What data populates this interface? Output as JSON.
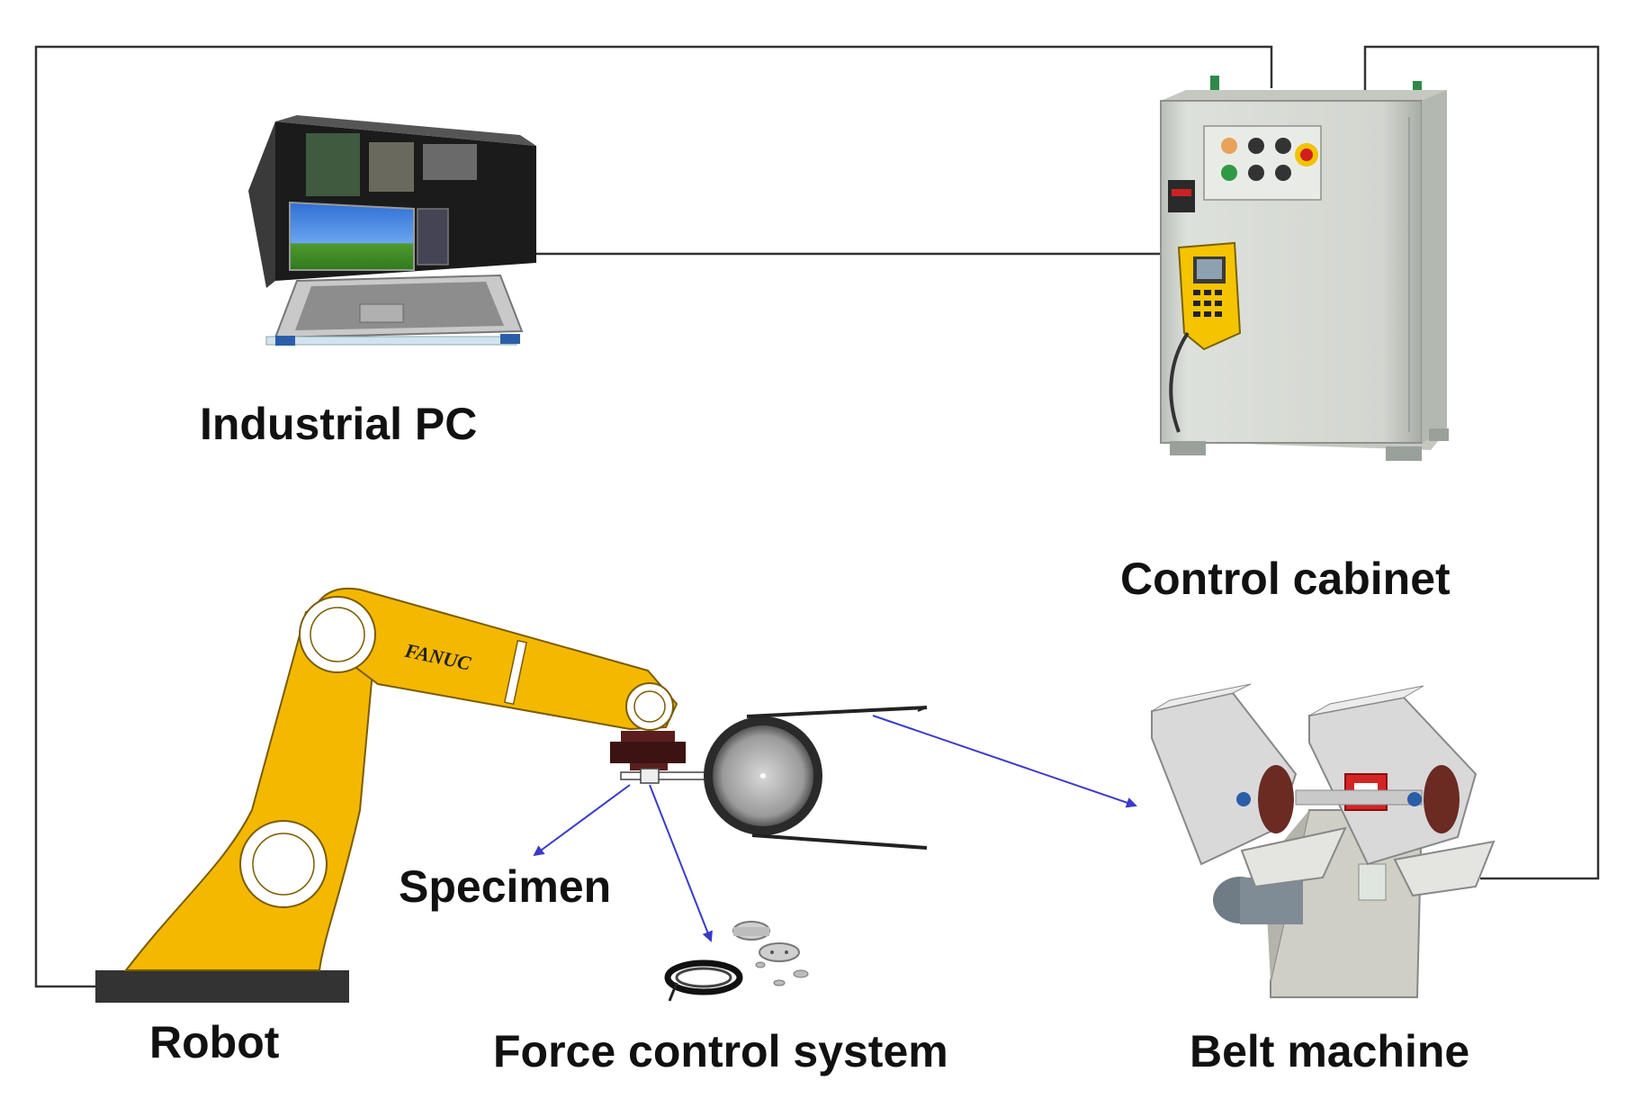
{
  "labels": {
    "industrial_pc": "Industrial PC",
    "control_cabinet": "Control cabinet",
    "robot": "Robot",
    "specimen": "Specimen",
    "force_control_system": "Force control system",
    "belt_machine": "Belt machine",
    "robot_brand": "FANUC"
  },
  "colors": {
    "wire": "#333333",
    "arrow": "#3a3ac8",
    "robot_yellow": "#f5b800",
    "cabinet": "#d8dcd6",
    "base": "#333333"
  }
}
